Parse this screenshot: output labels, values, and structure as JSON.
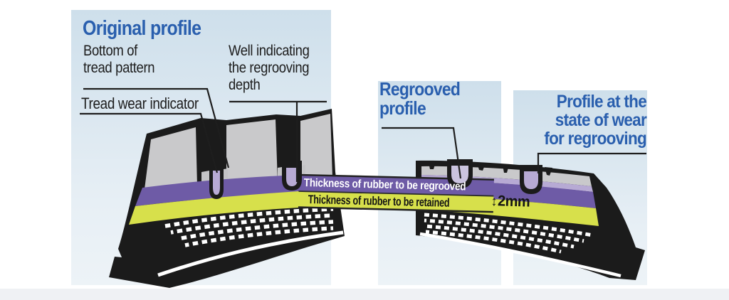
{
  "diagram": {
    "subject": "tire-regrooving-cross-sections",
    "panels": {
      "left": {
        "title": "Original profile"
      },
      "middle": {
        "title": "Regrooved\nprofile"
      },
      "right": {
        "title": "Profile at the\nstate of wear\nfor regrooving"
      }
    },
    "labels": {
      "bottom_of_tread": "Bottom of\ntread pattern",
      "well_indicating": "Well indicating\nthe regrooving\ndepth",
      "tread_wear_indicator": "Tread wear indicator"
    },
    "banners": {
      "regrooved": "Thickness of rubber to be regrooved",
      "retained": "Thickness of rubber to be retained"
    },
    "measurement": {
      "arrow": "↕",
      "value": "2mm"
    },
    "colors": {
      "title_blue": "#2a5fae",
      "panel_blue_top": "#cedfeb",
      "panel_blue_bottom": "#edf3f7",
      "tire_black": "#1b1b1b",
      "tread_gray": "#c9c9cb",
      "regroove_purple": "#6e5ba6",
      "well_light_purple": "#b7aad4",
      "retain_yellow": "#d7e04b"
    }
  }
}
